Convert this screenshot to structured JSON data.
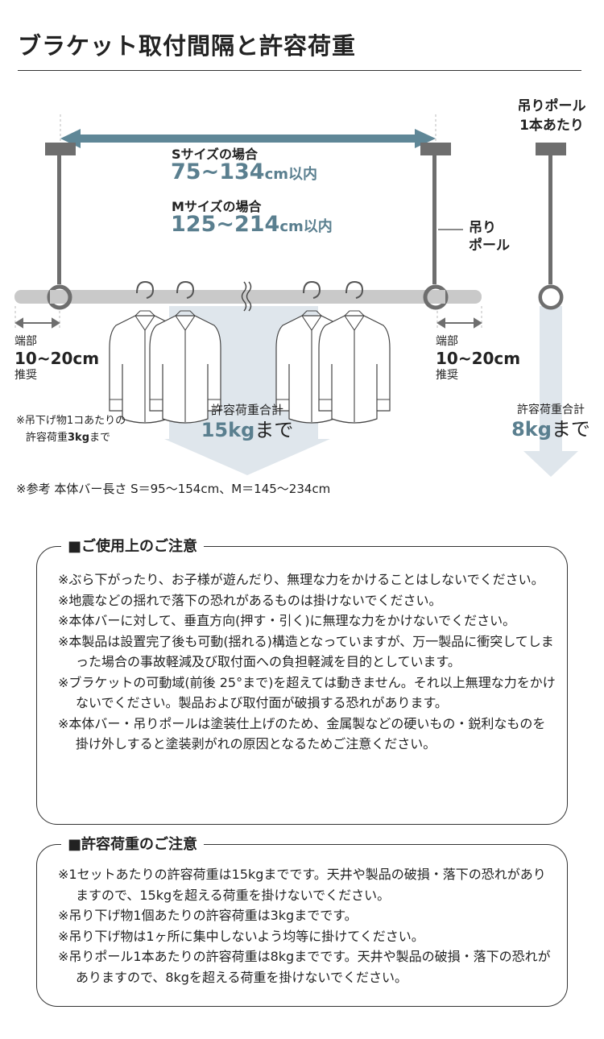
{
  "title": "ブラケット取付間隔と許容荷重",
  "diagram": {
    "s_label": "Sサイズの場合",
    "s_range": "75~134",
    "m_label": "Mサイズの場合",
    "m_range": "125~214",
    "unit": "cm以内",
    "pole_label_1": "吊り",
    "pole_label_2": "ポール",
    "per_pole_1": "吊りポール",
    "per_pole_2": "1本あたり",
    "end_label": "端部",
    "end_range": "10~20cm",
    "end_rec": "推奨",
    "item_note_1": "※吊下げ物1コあたりの",
    "item_note_2_pre": "許容荷重",
    "item_note_2_val": "3kg",
    "item_note_2_post": "まで",
    "total_label": "許容荷重合計",
    "total_val": "15kg",
    "made": "まで",
    "pole_total_label": "許容荷重合計",
    "pole_total_val": "8kg",
    "reference": "※参考 本体バー長さ S＝95～154cm、M＝145～234cm",
    "colors": {
      "arrow": "#5f8797",
      "pole": "#6e6e6e",
      "bar": "#c9c9c9",
      "load": "#dfe6ec",
      "value": "#5a7f8f"
    }
  },
  "usage": {
    "heading": "■ご使用上のご注意",
    "items": [
      "※ぶら下がったり、お子様が遊んだり、無理な力をかけることはしないでください。",
      "※地震などの揺れで落下の恐れがあるものは掛けないでください。",
      "※本体バーに対して、垂直方向(押す・引く)に無理な力をかけないでください。",
      "※本製品は設置完了後も可動(揺れる)構造となっていますが、万一製品に衝突してしまった場合の事故軽減及び取付面への負担軽減を目的としています。",
      "※ブラケットの可動域(前後 25°まで)を超えては動きません。それ以上無理な力をかけないでください。製品および取付面が破損する恐れがあります。",
      "※本体バー・吊りポールは塗装仕上げのため、金属製などの硬いもの・鋭利なものを掛け外しすると塗装剥がれの原因となるためご注意ください。"
    ]
  },
  "load": {
    "heading": "■許容荷重のご注意",
    "items": [
      "※1セットあたりの許容荷重は15kgまでです。天井や製品の破損・落下の恐れがありますので、15kgを超える荷重を掛けないでください。",
      "※吊り下げ物1個あたりの許容荷重は3kgまでです。",
      "※吊り下げ物は1ヶ所に集中しないよう均等に掛けてください。",
      "※吊りポール1本あたりの許容荷重は8kgまでです。天井や製品の破損・落下の恐れがありますので、8kgを超える荷重を掛けないでください。"
    ]
  }
}
